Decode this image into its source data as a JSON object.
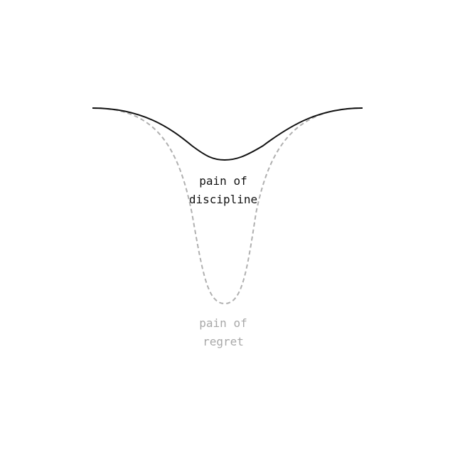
{
  "labels": {
    "discipline": {
      "line1": "pain of",
      "line2": "discipline"
    },
    "regret": {
      "line1": "pain of",
      "line2": "regret"
    }
  },
  "colors": {
    "discipline_curve": "#111111",
    "regret_curve": "#b0b0b0",
    "discipline_text": "#111111",
    "regret_text": "#a8a8a8",
    "background": "#ffffff"
  },
  "curves": {
    "discipline": {
      "style": "solid",
      "relative_depth": 1
    },
    "regret": {
      "style": "dashed",
      "relative_depth": 4
    }
  }
}
